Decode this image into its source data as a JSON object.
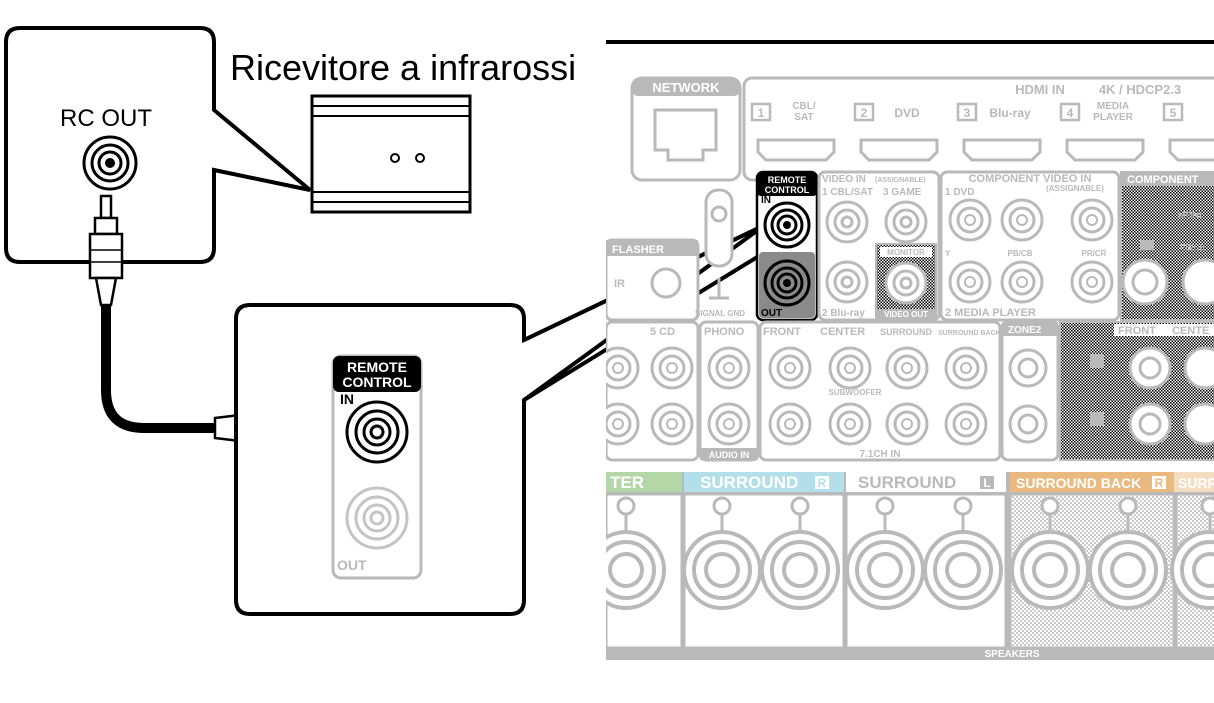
{
  "device_label": "RC OUT",
  "receiver_label": "Ricevitore a infrarossi",
  "zoom_jack": {
    "header_line1": "REMOTE",
    "header_line2": "CONTROL",
    "in_label": "IN",
    "out_label": "OUT"
  },
  "panel": {
    "network": "NETWORK",
    "hdmi_in": "HDMI IN",
    "hdmi_spec": "4K / HDCP2.3",
    "hdmi_ports": [
      {
        "num": "1",
        "label": "CBL/ SAT"
      },
      {
        "num": "2",
        "label": "DVD"
      },
      {
        "num": "3",
        "label": "Blu-ray"
      },
      {
        "num": "4",
        "label": "MEDIA PLAYER"
      },
      {
        "num": "5",
        "label": ""
      }
    ],
    "rc_header_line1": "REMOTE",
    "rc_header_line2": "CONTROL",
    "rc_in": "IN",
    "rc_out": "OUT",
    "video_in": "VIDEO IN",
    "assignable": "(ASSIGNABLE)",
    "cbl_sat": "1 CBL/SAT",
    "game": "3 GAME",
    "bluray": "2 Blu-ray",
    "monitor": "MONITOR",
    "video_out": "VIDEO OUT",
    "component_video_in": "COMPONENT VIDEO IN",
    "comp_assignable": "(ASSIGNABLE)",
    "comp_dvd": "1 DVD",
    "comp_y": "Y",
    "comp_pb": "PB/CB",
    "comp_pr": "PR/CR",
    "comp_media_player": "2 MEDIA PLAYER",
    "component": "COMPONENT",
    "monitor_right": "MONI",
    "flasher": "FLASHER",
    "ir": "IR",
    "signal_gnd": "SIGNAL GND",
    "cd": "5 CD",
    "phono": "PHONO",
    "front": "FRONT",
    "center": "CENTER",
    "surround": "SURROUND",
    "surround_back": "SURROUND BACK",
    "subwoofer": "SUBWOOFER",
    "audio_in": "AUDIO IN",
    "ch71_in": "7.1CH IN",
    "zone2": "ZONE2",
    "front_right": "FRONT",
    "center_right": "CENTE",
    "sp_center": "TER",
    "sp_surround_r": "SURROUND",
    "sp_surround_l": "SURROUND",
    "sp_surround_back_r": "SURROUND BACK",
    "sp_surr": "SURR",
    "speakers": "SPEAKERS",
    "badge_r": "R",
    "badge_l": "L"
  },
  "colors": {
    "panel_grey": "#b9b9b9",
    "surround_blue": "#b3dfea",
    "center_green": "#b4d7a8",
    "surround_back_orange": "#eab97f"
  }
}
